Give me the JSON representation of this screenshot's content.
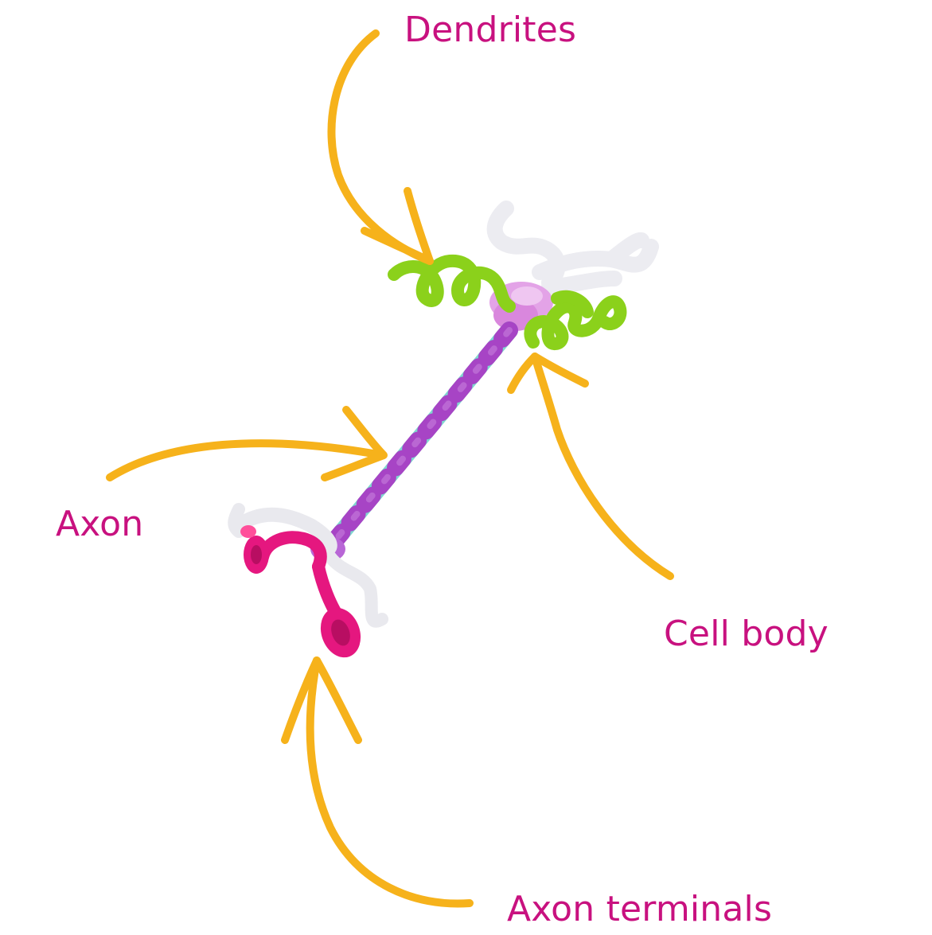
{
  "labels": {
    "dendrites": "Dendrites",
    "axon": "Axon",
    "cell_body": "Cell body",
    "axon_terminals": "Axon terminals"
  },
  "colors": {
    "label_text": "#c8117f",
    "arrow": "#f6b21b",
    "dendrite_green": "#8ad11d",
    "dendrite_white": "#ededf2",
    "cell_body_pink": "#e2a0e6",
    "axon_purple": "#a744c5",
    "axon_teal": "#7fd8cf",
    "terminal_pink": "#e5177f",
    "terminal_white": "#e9e9ee"
  }
}
